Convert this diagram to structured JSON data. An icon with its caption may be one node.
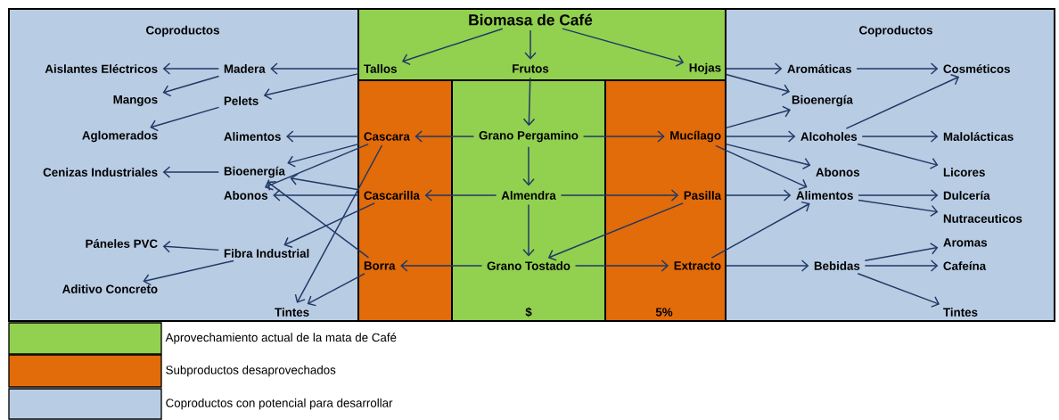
{
  "diagram": {
    "nodes": [
      {
        "text": [
          "Coproductos"
        ]
      },
      {
        "text": [
          "Aislantes Eléctricos"
        ],
        "in": 0
      },
      {
        "text": [
          "Madera"
        ],
        "in": 0
      },
      {
        "text": [
          "Mangos"
        ],
        "in": 0
      },
      {
        "text": [
          "Pelets"
        ],
        "in": 0
      },
      {
        "text": [
          "Aglomerados"
        ],
        "in": 0
      },
      {
        "text": [
          "Alimentos"
        ],
        "in": 0
      },
      {
        "text": [
          "Cenizas Industriales"
        ],
        "in": 0
      },
      {
        "text": [
          "Bioenergía"
        ],
        "in": 0
      },
      {
        "text": [
          "Abonos"
        ],
        "in": 0
      },
      {
        "text": [
          "Páneles PVC"
        ],
        "in": 0
      },
      {
        "text": [
          "Fibra Industrial"
        ],
        "in": 0
      },
      {
        "text": [
          "Aditivo Concreto"
        ],
        "in": 0
      },
      {
        "text": [
          "Tintes"
        ],
        "in": 0
      },
      {
        "text": [],
        "shape": "box"
      },
      {
        "text": [
          "Biomasa de Café"
        ],
        "in": 14
      },
      {
        "text": [
          "Tallos"
        ],
        "in": 14
      },
      {
        "text": [
          "Frutos"
        ],
        "in": 14
      },
      {
        "text": [
          "Hojas"
        ],
        "in": 14
      },
      {
        "text": [],
        "shape": "box"
      },
      {
        "text": [
          "Cascara"
        ],
        "in": 19
      },
      {
        "text": [
          "Cascarilla"
        ],
        "in": 19
      },
      {
        "text": [
          "Borra"
        ],
        "in": 19
      },
      {
        "text": [
          "$"
        ]
      },
      {
        "text": [
          "Grano Pergamino"
        ],
        "in": 23
      },
      {
        "text": [
          "Almendra"
        ],
        "in": 23
      },
      {
        "text": [
          "Grano Tostado"
        ],
        "in": 23
      },
      {
        "text": [
          "5%"
        ]
      },
      {
        "text": [
          "Mucílago"
        ],
        "in": 27
      },
      {
        "text": [
          "Pasilla"
        ],
        "in": 27
      },
      {
        "text": [
          "Extracto"
        ],
        "in": 27
      },
      {
        "text": [
          "Coproductos"
        ]
      },
      {
        "text": [
          "Aromáticas"
        ],
        "in": 31
      },
      {
        "text": [
          "Cosméticos"
        ],
        "in": 31
      },
      {
        "text": [
          "Bioenergía"
        ],
        "in": 31
      },
      {
        "text": [
          "Alcoholes"
        ],
        "in": 31
      },
      {
        "text": [
          "Malolácticas"
        ],
        "in": 31
      },
      {
        "text": [
          "Abonos"
        ],
        "in": 31
      },
      {
        "text": [
          "Licores"
        ],
        "in": 31
      },
      {
        "text": [
          "Alimentos"
        ],
        "in": 31
      },
      {
        "text": [
          "Dulcería"
        ],
        "in": 31
      },
      {
        "text": [
          "Nutraceuticos"
        ],
        "in": 31
      },
      {
        "text": [
          "Aromas"
        ],
        "in": 31
      },
      {
        "text": [
          "Bebidas"
        ],
        "in": 31
      },
      {
        "text": [
          "Cafeína"
        ],
        "in": 31
      },
      {
        "text": [
          "Tintes"
        ],
        "in": 31
      }
    ],
    "edges": [
      {
        "from": 15,
        "to": 16,
        "arrow": "to"
      },
      {
        "from": 15,
        "to": 17,
        "arrow": "to"
      },
      {
        "from": 15,
        "to": 18,
        "arrow": "to"
      },
      {
        "from": 16,
        "to": 2,
        "arrow": "to"
      },
      {
        "from": 16,
        "to": 4,
        "arrow": "to"
      },
      {
        "from": 2,
        "to": 1,
        "arrow": "to"
      },
      {
        "from": 2,
        "to": 3,
        "arrow": "to"
      },
      {
        "from": 4,
        "to": 5,
        "arrow": "to"
      },
      {
        "from": 17,
        "to": 24,
        "arrow": "to"
      },
      {
        "from": 24,
        "to": 20,
        "arrow": "to"
      },
      {
        "from": 24,
        "to": 28,
        "arrow": "to"
      },
      {
        "from": 24,
        "to": 25,
        "arrow": "to"
      },
      {
        "from": 25,
        "to": 21,
        "arrow": "to"
      },
      {
        "from": 25,
        "to": 29,
        "arrow": "to"
      },
      {
        "from": 25,
        "to": 26,
        "arrow": "to"
      },
      {
        "from": 29,
        "to": 26,
        "arrow": "to"
      },
      {
        "from": 26,
        "to": 22,
        "arrow": "to"
      },
      {
        "from": 26,
        "to": 30,
        "arrow": "to"
      },
      {
        "from": 20,
        "to": 6,
        "arrow": "to"
      },
      {
        "from": 20,
        "to": 8,
        "arrow": "to"
      },
      {
        "from": 20,
        "to": 9,
        "arrow": "to"
      },
      {
        "from": 20,
        "to": 13,
        "arrow": "to"
      },
      {
        "from": 21,
        "to": 8,
        "arrow": "to"
      },
      {
        "from": 21,
        "to": 9,
        "arrow": "to"
      },
      {
        "from": 21,
        "to": 11,
        "arrow": "to"
      },
      {
        "from": 22,
        "to": 8,
        "arrow": "to"
      },
      {
        "from": 22,
        "to": 13,
        "arrow": "to"
      },
      {
        "from": 8,
        "to": 7,
        "arrow": "to"
      },
      {
        "from": 11,
        "to": 10,
        "arrow": "to"
      },
      {
        "from": 11,
        "to": 12,
        "arrow": "to"
      },
      {
        "from": 18,
        "to": 32,
        "arrow": "to"
      },
      {
        "from": 18,
        "to": 34,
        "arrow": "to"
      },
      {
        "from": 28,
        "to": 34,
        "arrow": "to"
      },
      {
        "from": 28,
        "to": 35,
        "arrow": "to"
      },
      {
        "from": 28,
        "to": 37,
        "arrow": "to"
      },
      {
        "from": 28,
        "to": 39,
        "arrow": "to"
      },
      {
        "from": 29,
        "to": 39,
        "arrow": "to"
      },
      {
        "from": 30,
        "to": 39,
        "arrow": "to"
      },
      {
        "from": 30,
        "to": 43,
        "arrow": "to"
      },
      {
        "from": 32,
        "to": 33,
        "arrow": "to"
      },
      {
        "from": 35,
        "to": 33,
        "arrow": "to"
      },
      {
        "from": 35,
        "to": 36,
        "arrow": "to"
      },
      {
        "from": 35,
        "to": 38,
        "arrow": "to"
      },
      {
        "from": 39,
        "to": 40,
        "arrow": "to"
      },
      {
        "from": 39,
        "to": 41,
        "arrow": "to"
      },
      {
        "from": 43,
        "to": 42,
        "arrow": "to"
      },
      {
        "from": 43,
        "to": 44,
        "arrow": "to"
      },
      {
        "from": 43,
        "to": 45,
        "arrow": "to"
      }
    ],
    "legend": [
      {
        "text": "Aprovechamiento actual de la mata de Café",
        "color": "#92d050"
      },
      {
        "text": "Subproductos desaprovechados",
        "color": "#e26b0a"
      },
      {
        "text": "Coproductos con potencial para desarrollar",
        "color": "#b8cce4"
      }
    ]
  }
}
